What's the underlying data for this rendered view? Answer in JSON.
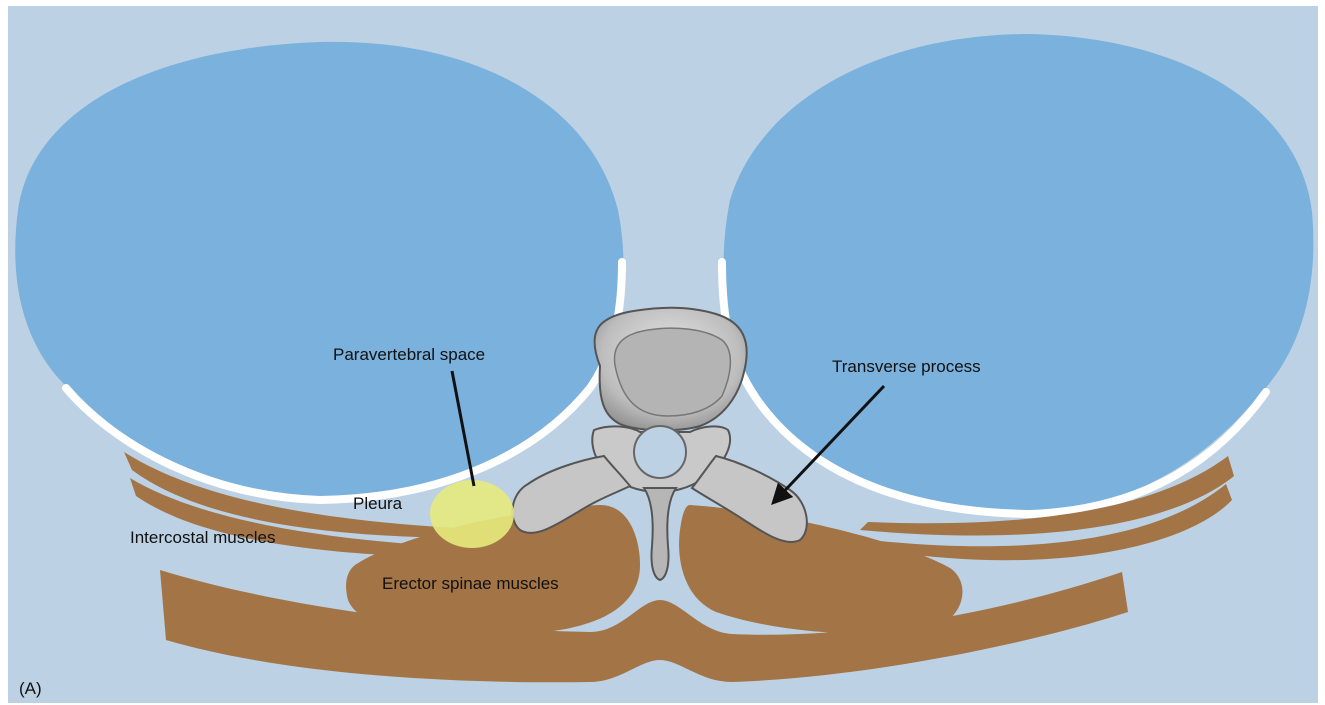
{
  "figure": {
    "panel_label": "(A)",
    "colors": {
      "background": "#bcd1e3",
      "lung": "#7ab1dd",
      "pleura_line": "#ffffff",
      "muscle": "#a37446",
      "highlight": "#e5ea7c",
      "bone": "#cfcfcf",
      "arrow": "#111111"
    }
  },
  "labels": {
    "paravertebral_space": "Paravertebral space",
    "transverse_process": "Transverse process",
    "pleura": "Pleura",
    "intercostal_muscles": "Intercostal muscles",
    "erector_spinae_muscles": "Erector spinae muscles"
  }
}
